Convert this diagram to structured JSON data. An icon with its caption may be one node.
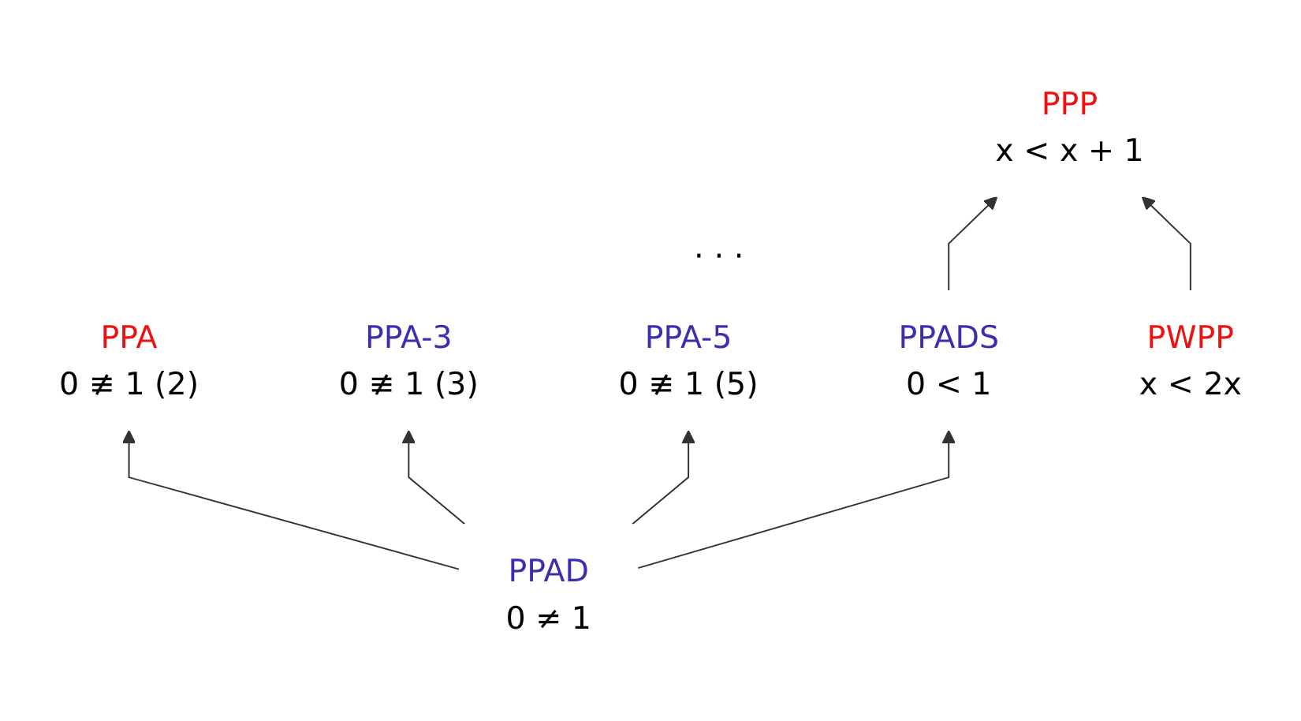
{
  "diagram": {
    "nodes": [
      {
        "text": [
          "PPP",
          "x < x + 1"
        ]
      },
      {
        "text": [
          "PPA",
          "0 ≢ 1  (2)"
        ]
      },
      {
        "text": [
          "PPA-3",
          "0 ≢ 1  (3)"
        ]
      },
      {
        "text": [
          "PPA-5",
          "0 ≢ 1  (5)"
        ]
      },
      {
        "text": [
          "PPADS",
          "0 < 1"
        ]
      },
      {
        "text": [
          "PWPP",
          "x < 2x"
        ]
      },
      {
        "text": [
          "PPAD",
          "0 ≠ 1"
        ]
      }
    ],
    "edges": [
      {
        "from": 6,
        "to": 1,
        "arrow": "to"
      },
      {
        "from": 6,
        "to": 2,
        "arrow": "to"
      },
      {
        "from": 6,
        "to": 3,
        "arrow": "to"
      },
      {
        "from": 6,
        "to": 4,
        "arrow": "to"
      },
      {
        "from": 4,
        "to": 0,
        "arrow": "to"
      },
      {
        "from": 5,
        "to": 0,
        "arrow": "to"
      }
    ],
    "labels": [
      "· · ·"
    ]
  }
}
